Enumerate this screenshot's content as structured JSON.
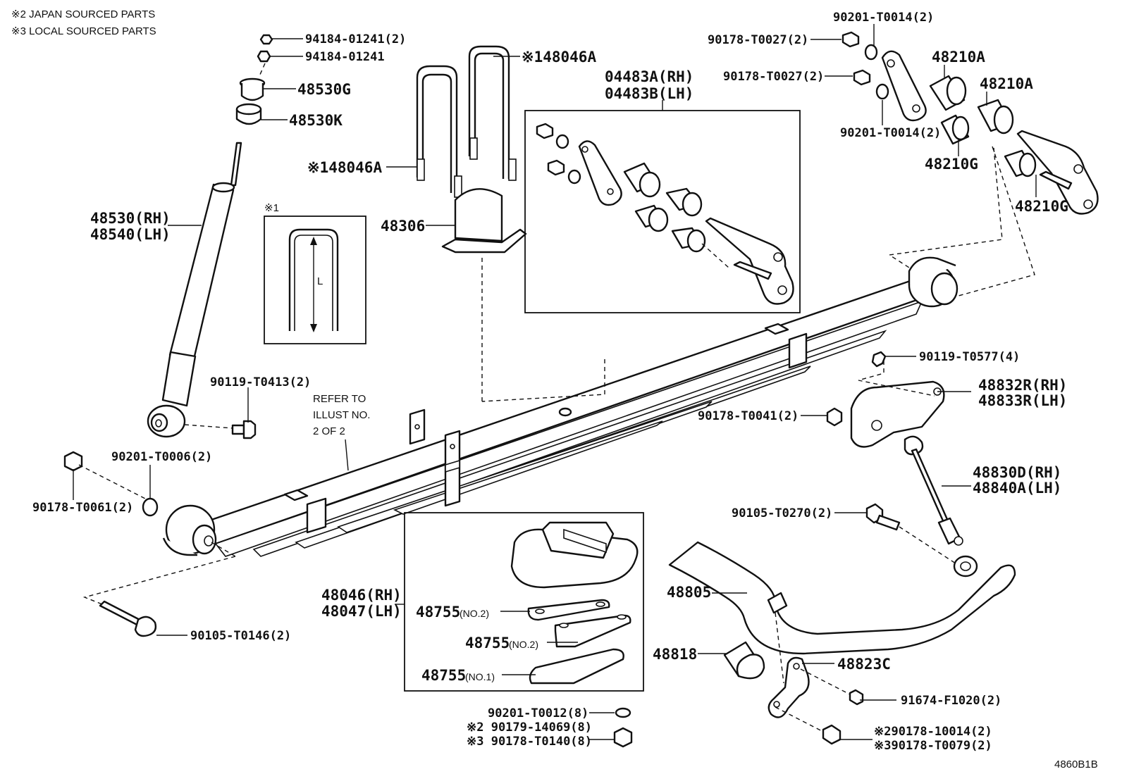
{
  "notes": {
    "japan": "※2 JAPAN SOURCED PARTS",
    "local": "※3 LOCAL SOURCED PARTS",
    "refer": [
      "REFER TO",
      "ILLUST NO.",
      "2 OF 2"
    ],
    "inset_mark": "※1",
    "inset_dim": "L",
    "figure_code": "4860B1B"
  },
  "labels": {
    "p94184_2": "94184-01241(2)",
    "p94184": "94184-01241",
    "p48530g": "48530G",
    "p48530k": "48530K",
    "p48530rh": "48530(RH)",
    "p48540lh": "48540(LH)",
    "p48046a_top": "※148046A",
    "p48046a_left": "※148046A",
    "p48306": "48306",
    "p04483a": "04483A(RH)",
    "p04483b": "04483B(LH)",
    "p90201_t0014_top": "90201-T0014(2)",
    "p90178_t0027_a": "90178-T0027(2)",
    "p90178_t0027_b": "90178-T0027(2)",
    "p90201_t0014_b": "90201-T0014(2)",
    "p48210a_1": "48210A",
    "p48210a_2": "48210A",
    "p48210g_1": "48210G",
    "p48210g_2": "48210G",
    "p90119_t0413": "90119-T0413(2)",
    "p90119_t0577": "90119-T0577(4)",
    "p48832r": "48832R(RH)",
    "p48833r": "48833R(LH)",
    "p90178_t0041": "90178-T0041(2)",
    "p48830d": "48830D(RH)",
    "p48840a": "48840A(LH)",
    "p90201_t0006": "90201-T0006(2)",
    "p90178_t0061": "90178-T0061(2)",
    "p90105_t0270": "90105-T0270(2)",
    "p48805": "48805",
    "p48046rh": "48046(RH)",
    "p48047lh": "48047(LH)",
    "p48755_1": "48755",
    "p48755_1_sub": "(NO.2)",
    "p48755_2": "48755",
    "p48755_2_sub": "(NO.2)",
    "p48755_3": "48755",
    "p48755_3_sub": "(NO.1)",
    "p90105_t0146": "90105-T0146(2)",
    "p48818": "48818",
    "p48823c": "48823C",
    "p91674": "91674-F1020(2)",
    "p90201_t0012": "90201-T0012(8)",
    "p90179": "※2 90179-14069(8)",
    "p90178_t0140": "※3 90178-T0140(8)",
    "p90178_10014": "※290178-10014(2)",
    "p90178_t0079": "※390178-T0079(2)"
  }
}
